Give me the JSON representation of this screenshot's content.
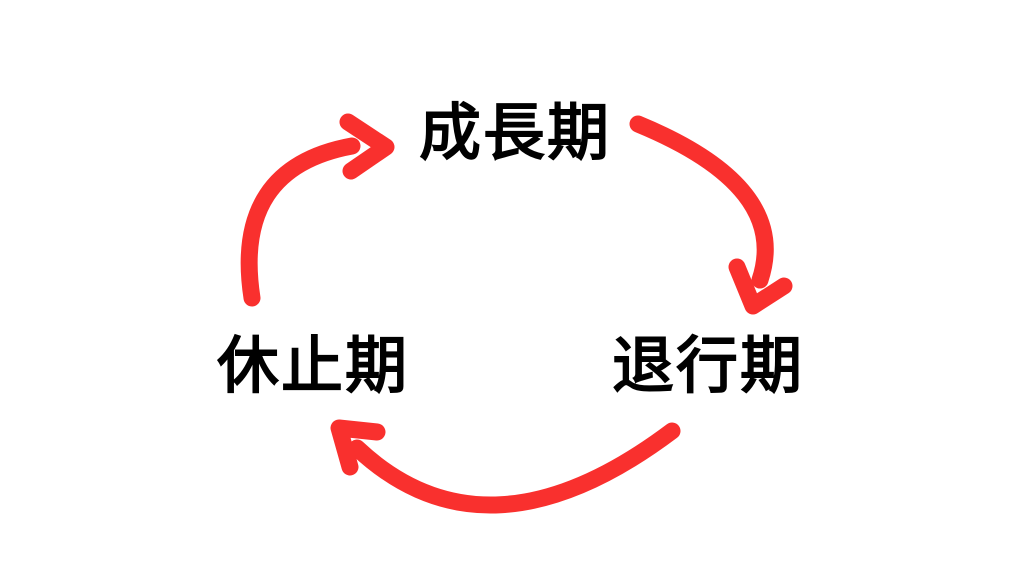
{
  "diagram": {
    "type": "cycle",
    "nodes": [
      {
        "id": "growth",
        "label": "成長期",
        "position": "top"
      },
      {
        "id": "regression",
        "label": "退行期",
        "position": "right"
      },
      {
        "id": "rest",
        "label": "休止期",
        "position": "left"
      }
    ],
    "arrows": [
      {
        "from": "growth",
        "to": "regression",
        "direction": "clockwise"
      },
      {
        "from": "regression",
        "to": "rest",
        "direction": "clockwise"
      },
      {
        "from": "rest",
        "to": "growth",
        "direction": "clockwise"
      }
    ]
  },
  "colors": {
    "arrow": "#f9302e",
    "text": "#000000",
    "background": "#ffffff"
  }
}
